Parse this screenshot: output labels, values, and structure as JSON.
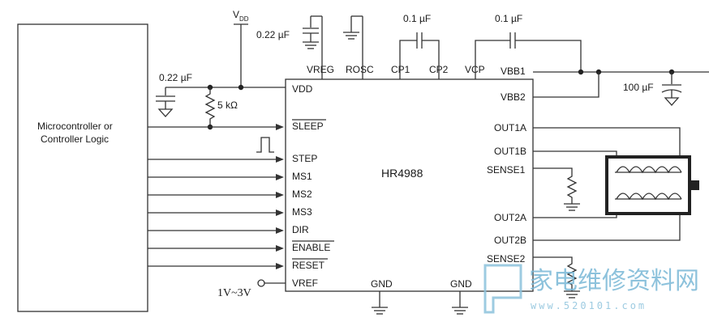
{
  "controller": {
    "line1": "Microcontroller or",
    "line2": "Controller Logic"
  },
  "chip": {
    "name": "HR4988",
    "left_pins": [
      "VDD",
      "SLEEP",
      "STEP",
      "MS1",
      "MS2",
      "MS3",
      "DIR",
      "ENABLE",
      "RESET",
      "VREF"
    ],
    "top_pins": [
      "VREG",
      "ROSC",
      "CP1",
      "CP2",
      "VCP"
    ],
    "right_pins": [
      "VBB1",
      "VBB2",
      "OUT1A",
      "OUT1B",
      "SENSE1",
      "OUT2A",
      "OUT2B",
      "SENSE2"
    ],
    "bottom_pins": [
      "GND",
      "GND"
    ]
  },
  "components": {
    "vdd_label": "V",
    "vdd_sub": "DD",
    "cap_vreg": "0.22 µF",
    "cap_cp": "0.1 µF",
    "cap_vcp": "0.1 µF",
    "cap_vdd": "0.22 µF",
    "resistor": "5 kΩ",
    "cap_bulk": "100 µF",
    "vref_range": "1V~3V"
  },
  "watermark": {
    "text": "家电维修资料网",
    "url": "www.520101.com"
  }
}
